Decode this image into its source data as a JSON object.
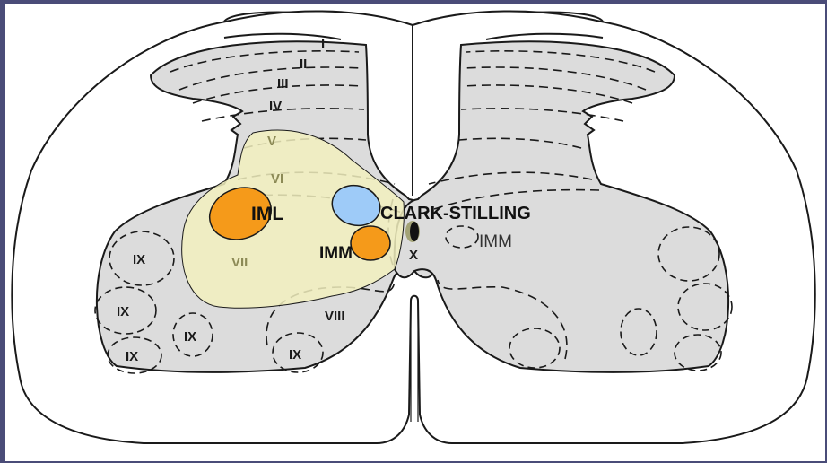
{
  "colors": {
    "frame": "#4a4c78",
    "background": "#ffffff",
    "gray_matter": "#dcdcdc",
    "outline": "#1a1a1a",
    "lamina_vii_zone": "#f2f0be",
    "iml_nucleus": "#f59a1a",
    "clarke_nucleus": "#9ecbf8",
    "imm_nucleus": "#f59a1a",
    "central_canal": "#111111"
  },
  "labels": {
    "lamina_i": "I",
    "lamina_ii": "II",
    "lamina_iii": "III",
    "lamina_iv": "IV",
    "lamina_v": "V",
    "lamina_vi": "VI",
    "lamina_vii": "VII",
    "lamina_viii": "VIII",
    "lamina_ix": "IX",
    "lamina_x": "X",
    "iml": "IML",
    "imm": "IMM",
    "clarke": "CLARK-STILLING",
    "imm_contralateral": "IMM"
  }
}
